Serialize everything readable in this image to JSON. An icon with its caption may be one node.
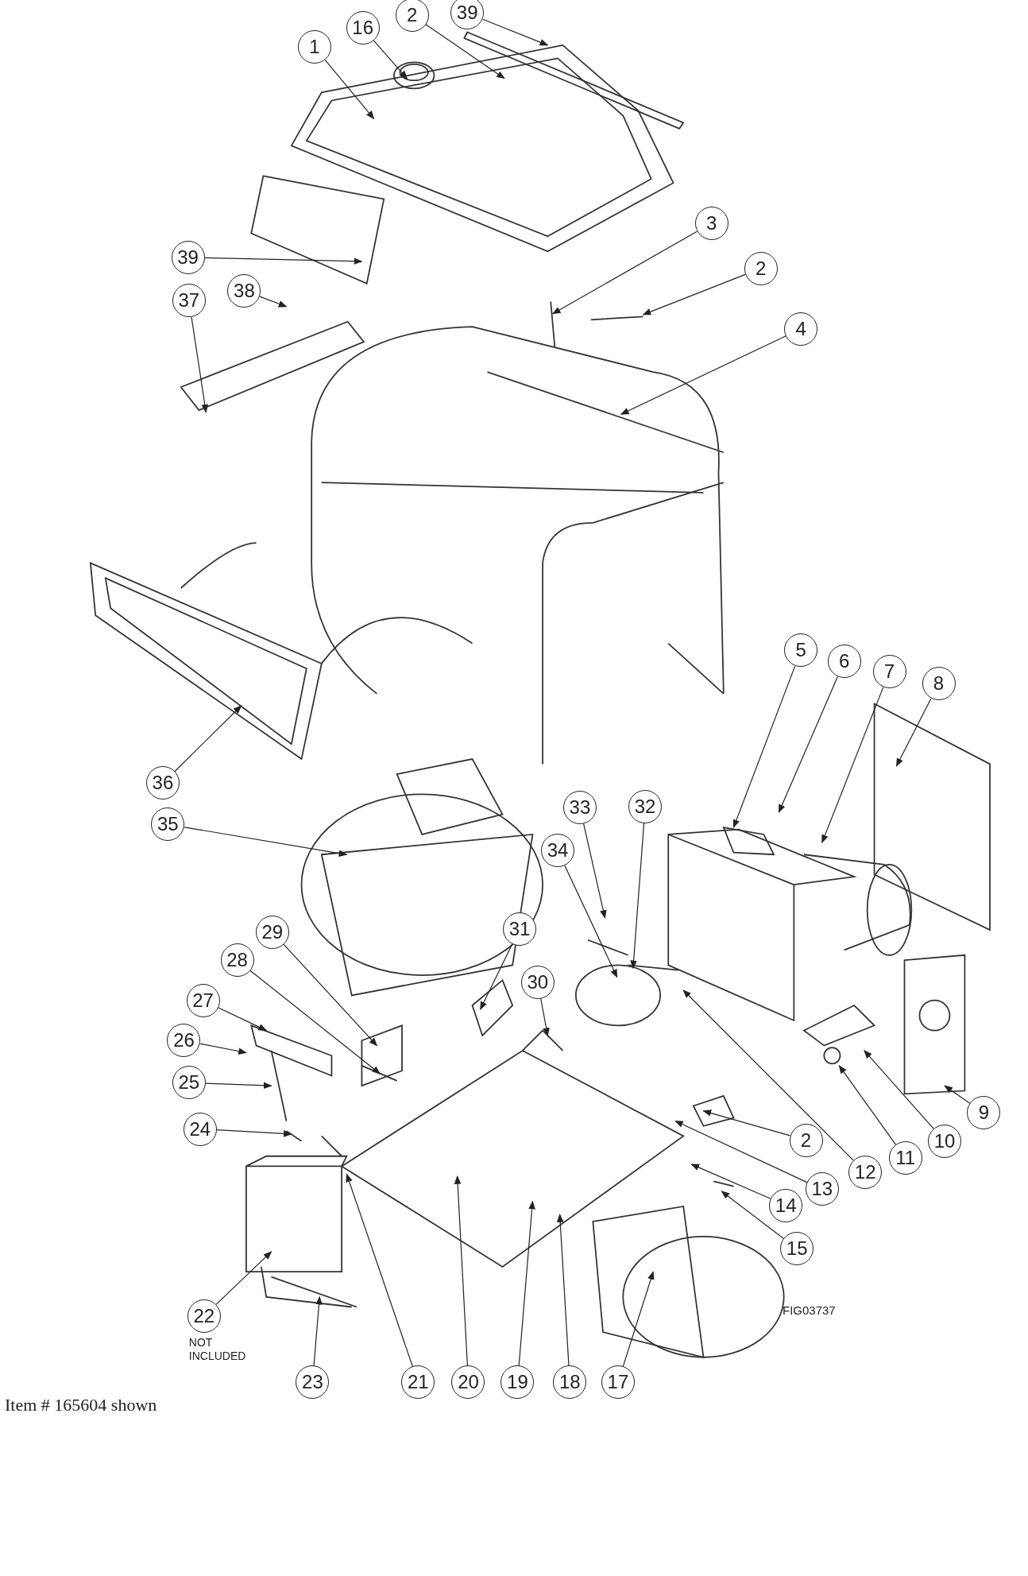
{
  "diagram": {
    "nodes": [
      {
        "text": [
          "16"
        ]
      },
      {
        "text": [
          "2"
        ]
      },
      {
        "text": [
          "39"
        ]
      },
      {
        "text": [
          "1"
        ]
      },
      {
        "text": [
          "3"
        ]
      },
      {
        "text": [
          "2"
        ]
      },
      {
        "text": [
          "4"
        ]
      },
      {
        "text": [
          "39"
        ]
      },
      {
        "text": [
          "38"
        ]
      },
      {
        "text": [
          "37"
        ]
      },
      {
        "text": [
          "36"
        ]
      },
      {
        "text": [
          "5"
        ]
      },
      {
        "text": [
          "6"
        ]
      },
      {
        "text": [
          "7"
        ]
      },
      {
        "text": [
          "8"
        ]
      },
      {
        "text": [
          "35"
        ]
      },
      {
        "text": [
          "33"
        ]
      },
      {
        "text": [
          "32"
        ]
      },
      {
        "text": [
          "34"
        ]
      },
      {
        "text": [
          "29"
        ]
      },
      {
        "text": [
          "31"
        ]
      },
      {
        "text": [
          "30"
        ]
      },
      {
        "text": [
          "28"
        ]
      },
      {
        "text": [
          "27"
        ]
      },
      {
        "text": [
          "26"
        ]
      },
      {
        "text": [
          "25"
        ]
      },
      {
        "text": [
          "24"
        ]
      },
      {
        "text": [
          "2"
        ]
      },
      {
        "text": [
          "13"
        ]
      },
      {
        "text": [
          "12"
        ]
      },
      {
        "text": [
          "11"
        ]
      },
      {
        "text": [
          "10"
        ]
      },
      {
        "text": [
          "9"
        ]
      },
      {
        "text": [
          "14"
        ]
      },
      {
        "text": [
          "15"
        ]
      },
      {
        "text": [
          "22"
        ],
        "beside": [
          "NOT INCLUDED"
        ]
      },
      {
        "text": [
          "23"
        ]
      },
      {
        "text": [
          "21"
        ]
      },
      {
        "text": [
          "20"
        ]
      },
      {
        "text": [
          "19"
        ]
      },
      {
        "text": [
          "18"
        ]
      },
      {
        "text": [
          "17"
        ]
      }
    ],
    "edges": [
      {
        "from": 0,
        "to": null,
        "arrow": "to"
      },
      {
        "from": 1,
        "to": null,
        "arrow": "to"
      },
      {
        "from": 2,
        "to": null,
        "arrow": "to"
      },
      {
        "from": 3,
        "to": null,
        "arrow": "to"
      },
      {
        "from": 4,
        "to": null,
        "arrow": "to"
      },
      {
        "from": 5,
        "to": null,
        "arrow": "to"
      },
      {
        "from": 6,
        "to": null,
        "arrow": "to"
      },
      {
        "from": 7,
        "to": null,
        "arrow": "to"
      },
      {
        "from": 8,
        "to": null,
        "arrow": "to"
      },
      {
        "from": 9,
        "to": null,
        "arrow": "to"
      },
      {
        "from": 10,
        "to": null,
        "arrow": "to"
      },
      {
        "from": 11,
        "to": null,
        "arrow": "to"
      },
      {
        "from": 12,
        "to": null,
        "arrow": "to"
      },
      {
        "from": 13,
        "to": null,
        "arrow": "to"
      },
      {
        "from": 14,
        "to": null,
        "arrow": "to"
      },
      {
        "from": 15,
        "to": null,
        "arrow": "to"
      },
      {
        "from": 16,
        "to": null,
        "arrow": "to"
      },
      {
        "from": 17,
        "to": null,
        "arrow": "to"
      },
      {
        "from": 18,
        "to": null,
        "arrow": "to"
      },
      {
        "from": 19,
        "to": null,
        "arrow": "to"
      },
      {
        "from": 20,
        "to": null,
        "arrow": "to"
      },
      {
        "from": 21,
        "to": null,
        "arrow": "to"
      },
      {
        "from": 22,
        "to": null,
        "arrow": "to"
      },
      {
        "from": 23,
        "to": null,
        "arrow": "to"
      },
      {
        "from": 24,
        "to": null,
        "arrow": "to"
      },
      {
        "from": 25,
        "to": null,
        "arrow": "to"
      },
      {
        "from": 26,
        "to": null,
        "arrow": "to"
      },
      {
        "from": 27,
        "to": null,
        "arrow": "to"
      },
      {
        "from": 28,
        "to": null,
        "arrow": "to"
      },
      {
        "from": 29,
        "to": null,
        "arrow": "to"
      },
      {
        "from": 30,
        "to": null,
        "arrow": "to"
      },
      {
        "from": 31,
        "to": null,
        "arrow": "to"
      },
      {
        "from": 32,
        "to": null,
        "arrow": "to"
      },
      {
        "from": 33,
        "to": null,
        "arrow": "to"
      },
      {
        "from": 34,
        "to": null,
        "arrow": "to"
      },
      {
        "from": 35,
        "to": null,
        "arrow": "to"
      },
      {
        "from": 36,
        "to": null,
        "arrow": "to"
      },
      {
        "from": 37,
        "to": null,
        "arrow": "to"
      },
      {
        "from": 38,
        "to": null,
        "arrow": "to"
      },
      {
        "from": 39,
        "to": null,
        "arrow": "to"
      },
      {
        "from": 40,
        "to": null,
        "arrow": "to"
      },
      {
        "from": 41,
        "to": null,
        "arrow": "to"
      }
    ],
    "labels": [
      "FIG03737",
      "Item # 165604 shown"
    ]
  }
}
